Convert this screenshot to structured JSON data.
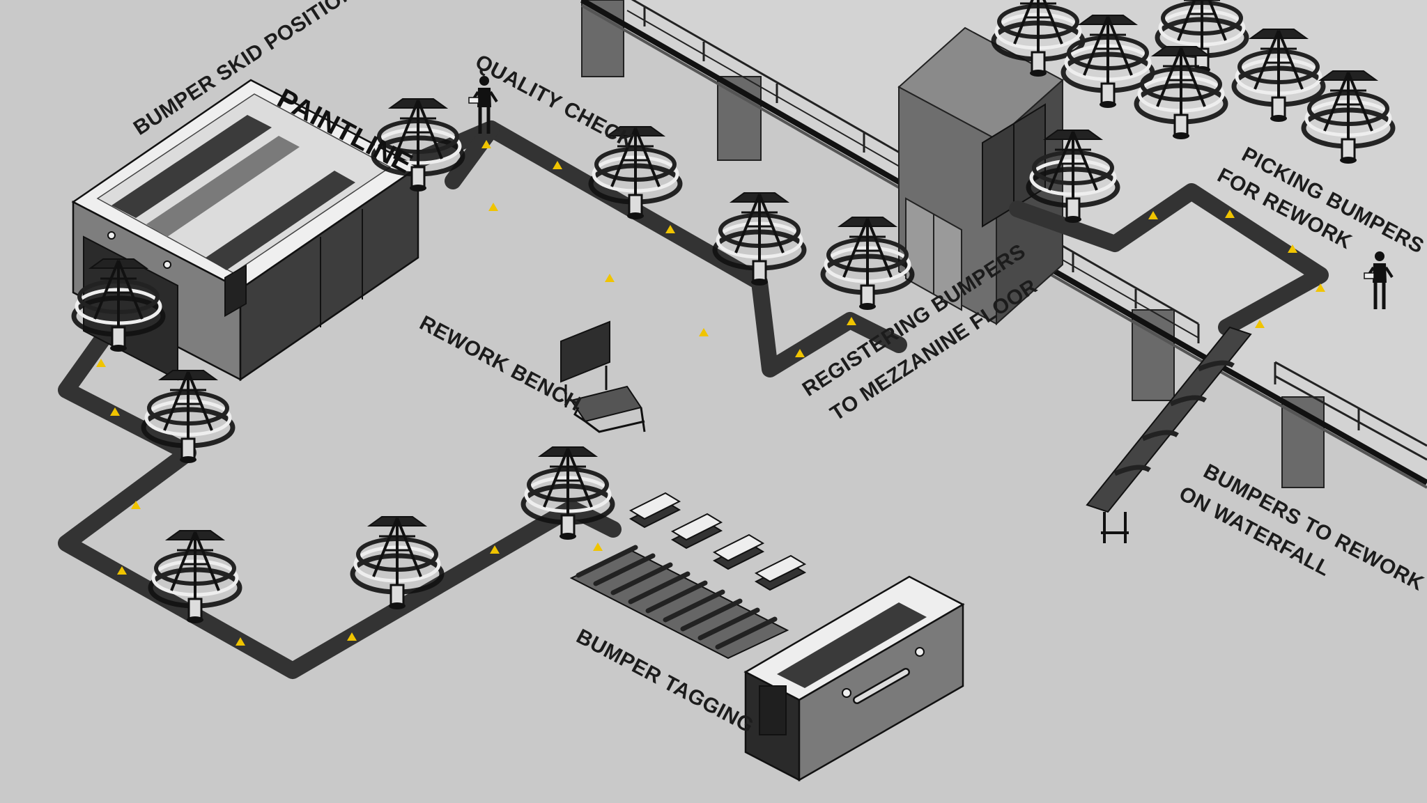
{
  "colors": {
    "floor": "#c9c9c9",
    "belt": "#333333",
    "arrow": "#f0c400",
    "ink": "#111111"
  },
  "labels": {
    "bumper_skid_position": "BUMPER SKID POSITION",
    "paintline": "PAINTLINE",
    "quality_check": "QUALITY CHECK",
    "rework_bench": "REWORK BENCH",
    "registering_line1": "REGISTERING BUMPERS",
    "registering_line2": "TO MEZZANINE FLOOR",
    "picking_line1": "PICKING BUMPERS",
    "picking_line2": "FOR REWORK",
    "waterfall_line1": "BUMPERS TO REWORK",
    "waterfall_line2": "ON WATERFALL",
    "bumper_tagging": "BUMPER TAGGING"
  },
  "icons": {
    "skid": "bumper-skid-icon",
    "operator": "operator-icon",
    "flow_arrow": "flow-arrow-icon"
  }
}
